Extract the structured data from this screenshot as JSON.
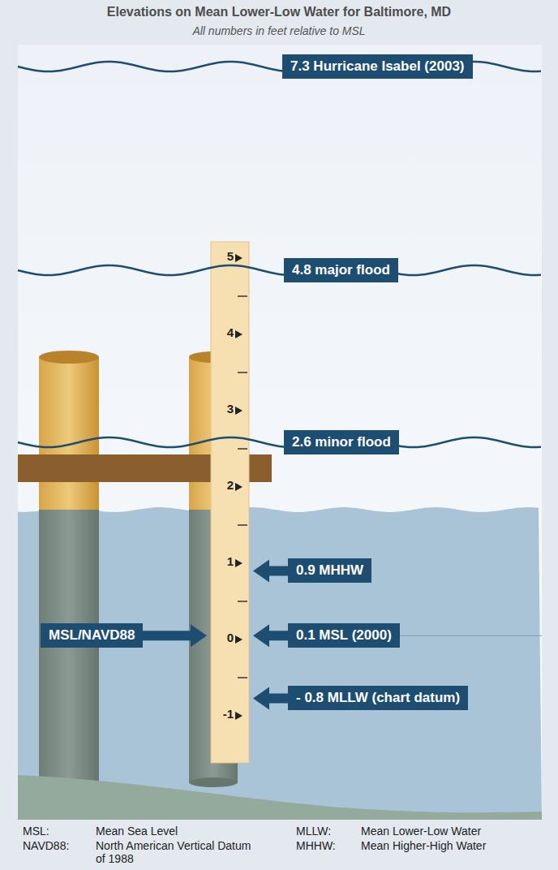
{
  "diagram": {
    "title": "Elevations on Mean Lower-Low Water for Baltimore, MD",
    "nodes": [
      {
        "text": [
          "7.3 Hurricane Isabel (2003)"
        ]
      },
      {
        "text": [
          "4.8 major flood"
        ]
      },
      {
        "text": [
          "2.6 minor flood"
        ]
      },
      {
        "text": [
          "0.9 MHHW"
        ]
      },
      {
        "text": [
          "MSL/NAVD88"
        ]
      },
      {
        "text": [
          "0.1 MSL (2000)"
        ]
      },
      {
        "text": [
          "- 0.8 MLLW (chart datum)"
        ]
      }
    ],
    "labels": [
      "All numbers in feet relative to MSL",
      "5",
      "4",
      "3",
      "2",
      "1",
      "0",
      "-1",
      "MSL:",
      "Mean Sea Level",
      "NAVD88:",
      "North American Vertical Datum of 1988",
      "MLLW:",
      "Mean Lower-Low Water",
      "MHHW:",
      "Mean Higher-High Water"
    ]
  }
}
